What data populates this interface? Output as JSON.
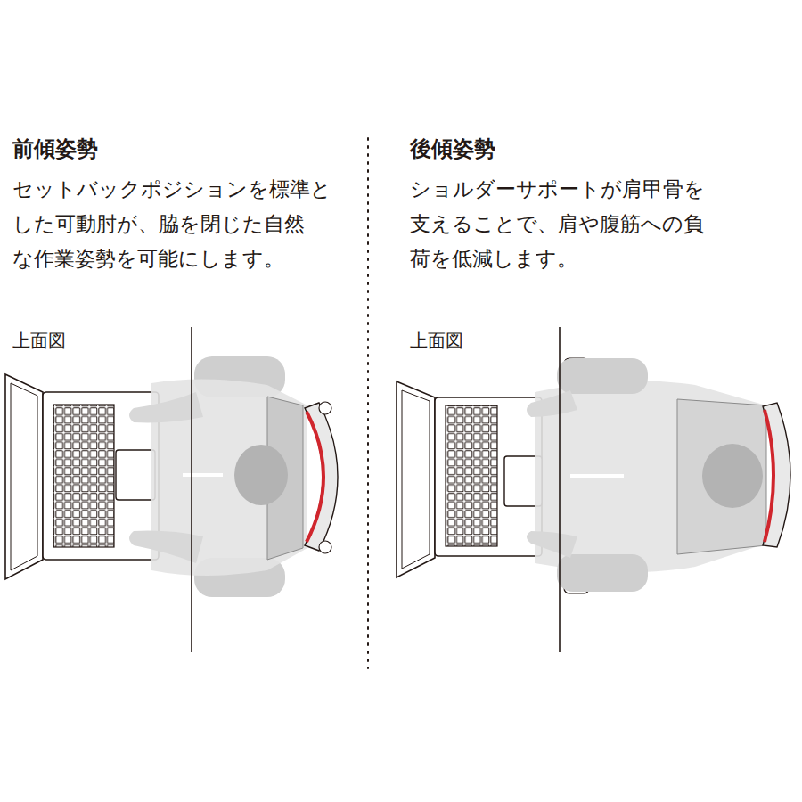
{
  "diagram": {
    "labels": [
      "前傾姿勢",
      "セットバックポジションを標準と した可動肘が、脇を閉じた自然 な作業姿勢を可能にします。",
      "上面図",
      "後傾姿勢",
      "ショルダーサポートが肩甲骨を 支えることで、肩や腹筋への負 荷を低減します。",
      "上面図"
    ]
  }
}
